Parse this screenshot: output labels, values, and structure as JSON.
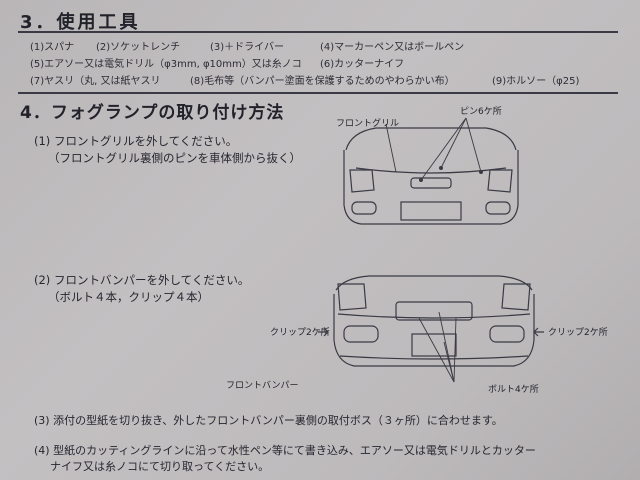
{
  "section3": {
    "title": "3．使用工具",
    "tools_row1": [
      "(1)スパナ",
      "(2)ソケットレンチ",
      "(3)＋ドライバー",
      "(4)マーカーペン又はボールペン"
    ],
    "tools_row2": [
      "(5)エアソー又は電気ドリル（φ3mm, φ10mm）又は糸ノコ",
      "(6)カッターナイフ"
    ],
    "tools_row3": [
      "(7)ヤスリ（丸, 又は紙ヤスリ",
      "(8)毛布等（バンパー塗面を保護するためのやわらかい布）",
      "(9)ホルソー（φ25)"
    ]
  },
  "section4": {
    "title": "4．フォグランプの取り付け方法",
    "step1_line1": "(1) フロントグリルを外してください。",
    "step1_line2": "（フロントグリル裏側のピンを車体側から抜く）",
    "step2_line1": "(2) フロントバンパーを外してください。",
    "step2_line2": "（ボルト４本，クリップ４本）",
    "step3": "(3) 添付の型紙を切り抜き、外したフロントバンパー裏側の取付ボス（３ヶ所）に合わせます。",
    "step4_line1": "(4) 型紙のカッティングラインに沿って水性ペン等にて書き込み、エアソー又は電気ドリルとカッター",
    "step4_line2": "ナイフ又は糸ノコにて切り取ってください。"
  },
  "diagram1": {
    "label_grille": "フロントグリル",
    "label_pins": "ピン6ケ所"
  },
  "diagram2": {
    "label_clip_left": "クリップ2ケ所",
    "label_clip_right": "クリップ2ケ所",
    "label_bumper": "フロントバンパー",
    "label_bolts": "ボルト4ケ所"
  }
}
